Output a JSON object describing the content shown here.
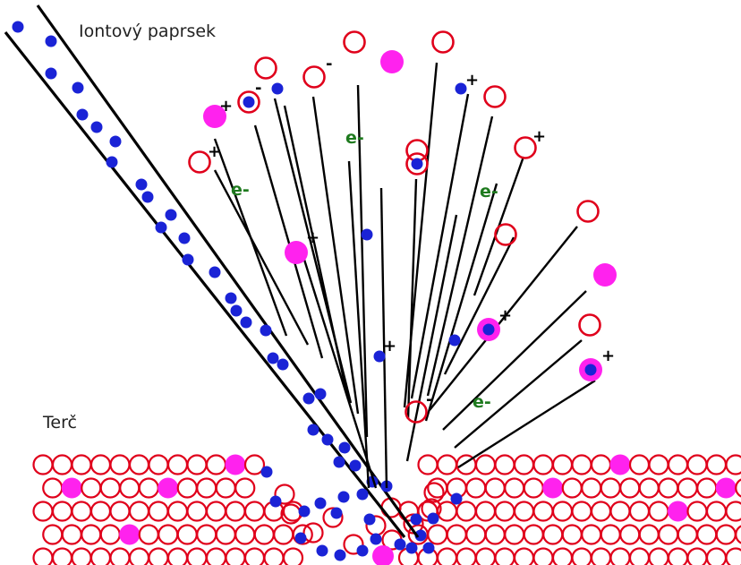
{
  "labels": {
    "beam": "Iontový paprsek",
    "target": "Terč"
  },
  "colors": {
    "target_atom": "#e0001b",
    "ion": "#1a23d6",
    "ionized_atom": "#ff22ee",
    "electron_text": "#1e7a1e",
    "line": "#000000"
  },
  "electrons": [
    {
      "text": "e-",
      "name": "electron-label-1"
    },
    {
      "text": "e-",
      "name": "electron-label-2"
    },
    {
      "text": "e-",
      "name": "electron-label-3"
    },
    {
      "text": "e-",
      "name": "electron-label-4"
    }
  ],
  "charges": {
    "plus": "+",
    "minus": "-"
  }
}
